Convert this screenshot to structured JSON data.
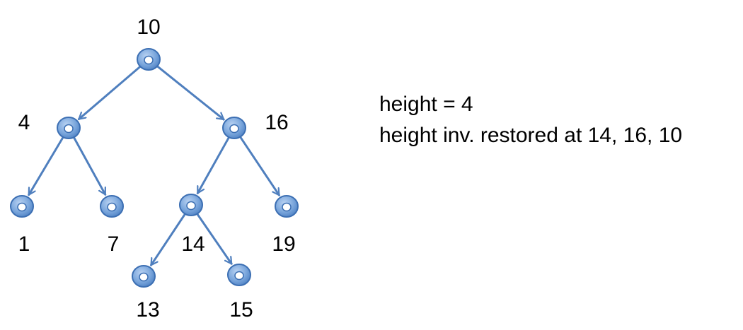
{
  "diagram": {
    "type": "binary-search-tree",
    "colors": {
      "node_fill": "#7aa6dc",
      "node_stroke": "#3c6fb3",
      "edge": "#4f7fbe",
      "hole": "#ffffff"
    },
    "nodes": [
      {
        "id": "n10",
        "label": "10"
      },
      {
        "id": "n4",
        "label": "4"
      },
      {
        "id": "n16",
        "label": "16"
      },
      {
        "id": "n1",
        "label": "1"
      },
      {
        "id": "n7",
        "label": "7"
      },
      {
        "id": "n14",
        "label": "14"
      },
      {
        "id": "n19",
        "label": "19"
      },
      {
        "id": "n13",
        "label": "13"
      },
      {
        "id": "n15",
        "label": "15"
      }
    ],
    "edges": [
      {
        "from": "n10",
        "to": "n4"
      },
      {
        "from": "n10",
        "to": "n16"
      },
      {
        "from": "n4",
        "to": "n1"
      },
      {
        "from": "n4",
        "to": "n7"
      },
      {
        "from": "n16",
        "to": "n14"
      },
      {
        "from": "n16",
        "to": "n19"
      },
      {
        "from": "n14",
        "to": "n13"
      },
      {
        "from": "n14",
        "to": "n15"
      }
    ]
  },
  "notes": {
    "line1": "height = 4",
    "line2": "height inv. restored at 14, 16, 10"
  }
}
